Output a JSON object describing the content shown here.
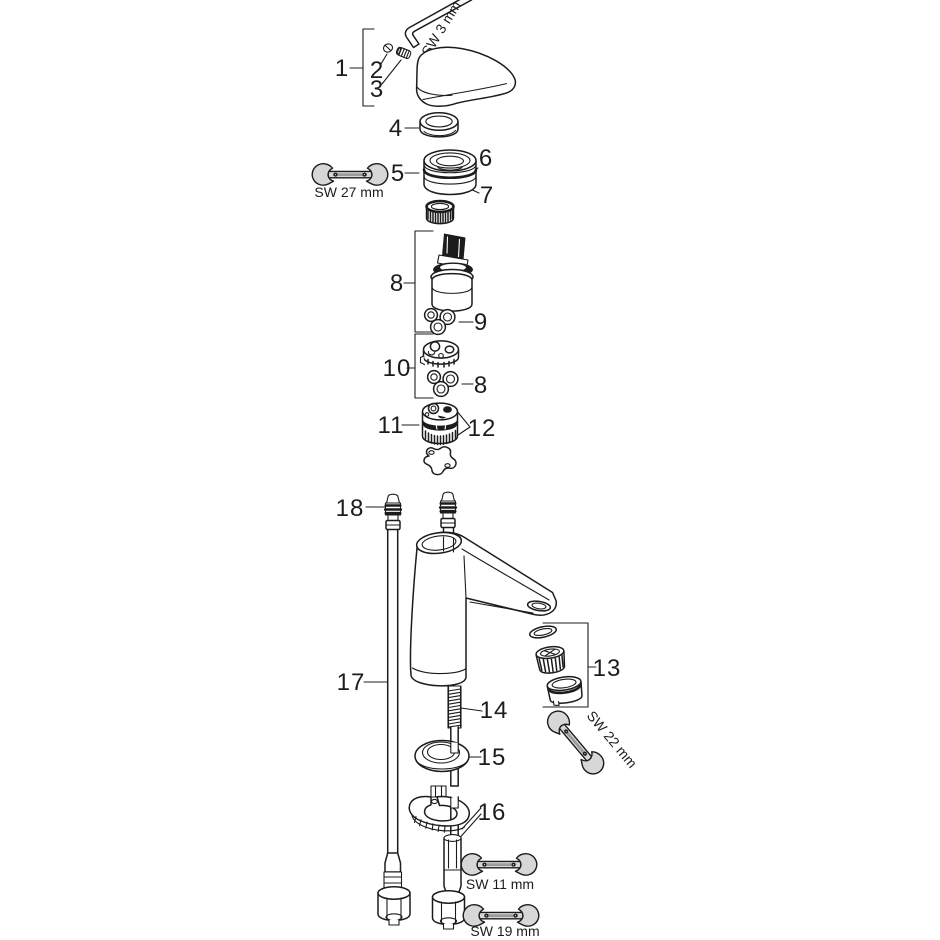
{
  "colors": {
    "background": "#ffffff",
    "line": "#1c1c1c",
    "wrench_fill": "#d7d7d7",
    "wrench_shaft": "#9b9b9b"
  },
  "parts": {
    "n1": "1",
    "n2": "2",
    "n3": "3",
    "n4": "4",
    "n5": "5",
    "n6": "6",
    "n7": "7",
    "n8": "8",
    "n8_second": "8",
    "n9": "9",
    "n10": "10",
    "n11": "11",
    "n12": "12",
    "n13": "13",
    "n14": "14",
    "n15": "15",
    "n16": "16",
    "n17": "17",
    "n18": "18"
  },
  "tools": {
    "allen_key": "SW 3 mm",
    "wrench_escutcheon": "SW 27 mm",
    "wrench_aerator": "SW 22 mm",
    "wrench_rod": "SW 11 mm",
    "wrench_hose": "SW 19 mm"
  }
}
